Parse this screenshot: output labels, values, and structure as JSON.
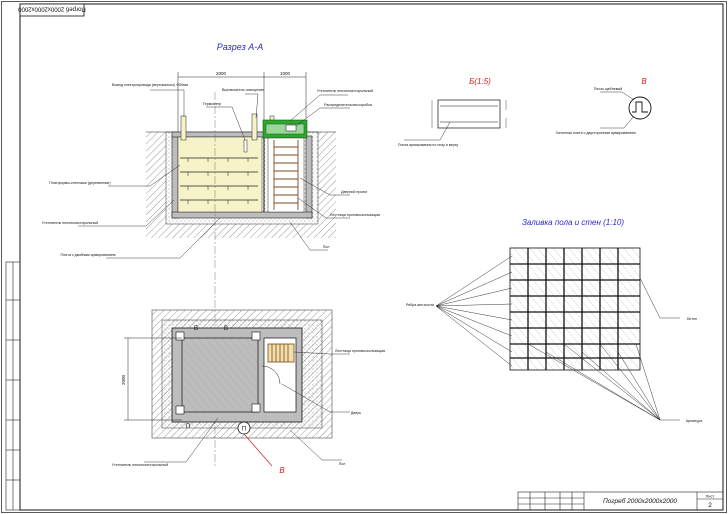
{
  "sheet": {
    "stamp": "Погреб 2000х2000х2000",
    "title_block_name": "Погреб 2000х2000х2000",
    "sheet_label": "Лист",
    "sheet_number": "2"
  },
  "section_aa": {
    "title": "Разрез А-А",
    "dim_left": "2000",
    "dim_right": "1000",
    "labels": {
      "vent": "Вывод электропровода (вертикально) Ф50мм",
      "thermometer": "Термометр",
      "switch": "Выключатель освещения",
      "insulation_top": "Утеплитель пенополистирольный",
      "junction_box": "Распределительная коробка",
      "shelves": "Платформы-стеллажи (деревянные)",
      "insulation_left": "Утеплитель пенополистирольный",
      "door": "Дверной проем",
      "ladder": "Лестница противоскользящая",
      "slab": "Плита с двойным армированием",
      "floor": "Пол"
    }
  },
  "plan": {
    "dim_side": "2000",
    "marker_v": "В",
    "marker_p": "П",
    "labels": {
      "ladder": "Лестница противоскользящая",
      "door": "Дверь",
      "insulation": "Утеплитель пенополистирольный",
      "walls": "Пол"
    }
  },
  "detail_b": {
    "title": "Б(1:5)",
    "label": "Плита армирования по низу и верху"
  },
  "detail_v": {
    "title": "В",
    "label_top": "Песок щебневый",
    "label_bottom": "Бетонная плита с двусторонним армированием"
  },
  "floor_walls": {
    "title": "Заливка пола и стен (1:10)",
    "label_ribs": "Ребра жесткости",
    "label_concrete": "Бетон",
    "label_rebar": "Арматура"
  },
  "colors": {
    "line": "#1a1a1a",
    "title_blue": "#2b2bc8",
    "marker_red": "#d42020",
    "green_box": "#2fa82f",
    "fill_gray": "#bdbdbd",
    "shelf_fill": "#f6f3c9"
  }
}
